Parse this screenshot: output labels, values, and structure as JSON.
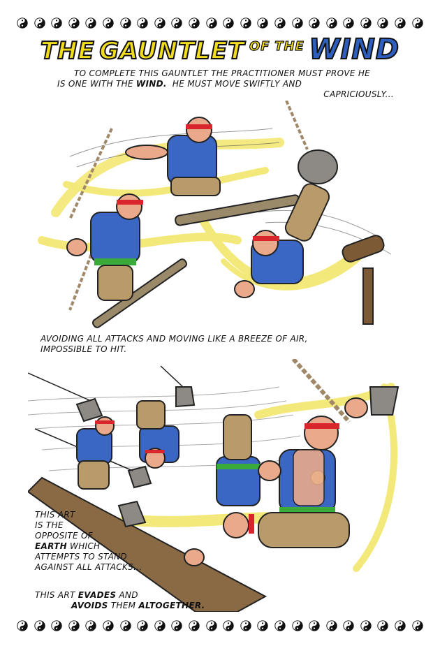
{
  "title": {
    "w1": "THE",
    "w2": "GAUNTLET",
    "w3": "OF",
    "w4": "THE",
    "w5": "WIND"
  },
  "captions": {
    "intro_a": "TO COMPLETE THIS GAUNTLET THE PRACTITIONER MUST PROVE HE",
    "intro_b1": "IS ONE WITH THE",
    "intro_b_bold": "WIND.",
    "intro_b2": "HE MUST MOVE SWIFTLY AND",
    "intro_c": "CAPRICIOUSLY...",
    "avoid_a": "AVOIDING ALL ATTACKS AND MOVING LIKE A BREEZE OF AIR,",
    "avoid_b": "IMPOSSIBLE TO HIT.",
    "art_1": "THIS ART",
    "art_2": "IS THE",
    "art_3": "OPPOSITE OF",
    "art_4_bold": "EARTH",
    "art_4": "WHICH",
    "art_5": "ATTEMPTS TO STAND",
    "art_6": "AGAINST ALL ATTACKS...",
    "evade_1": "THIS ART",
    "evade_1_bold": "EVADES",
    "evade_1b": "AND",
    "evade_2_bold": "AVOIDS",
    "evade_2": "THEM",
    "evade_2_bold2": "ALTOGETHER."
  },
  "colors": {
    "vest": "#3a66c4",
    "gi": "#b99a6a",
    "skin": "#e9a98a",
    "headband": "#d9262c",
    "belt": "#3aaa3a",
    "wind": "#f3e97a",
    "iron": "#8d8a86",
    "wood": "#7b5a35"
  },
  "icons": {
    "border": "yin-yang-icon"
  }
}
